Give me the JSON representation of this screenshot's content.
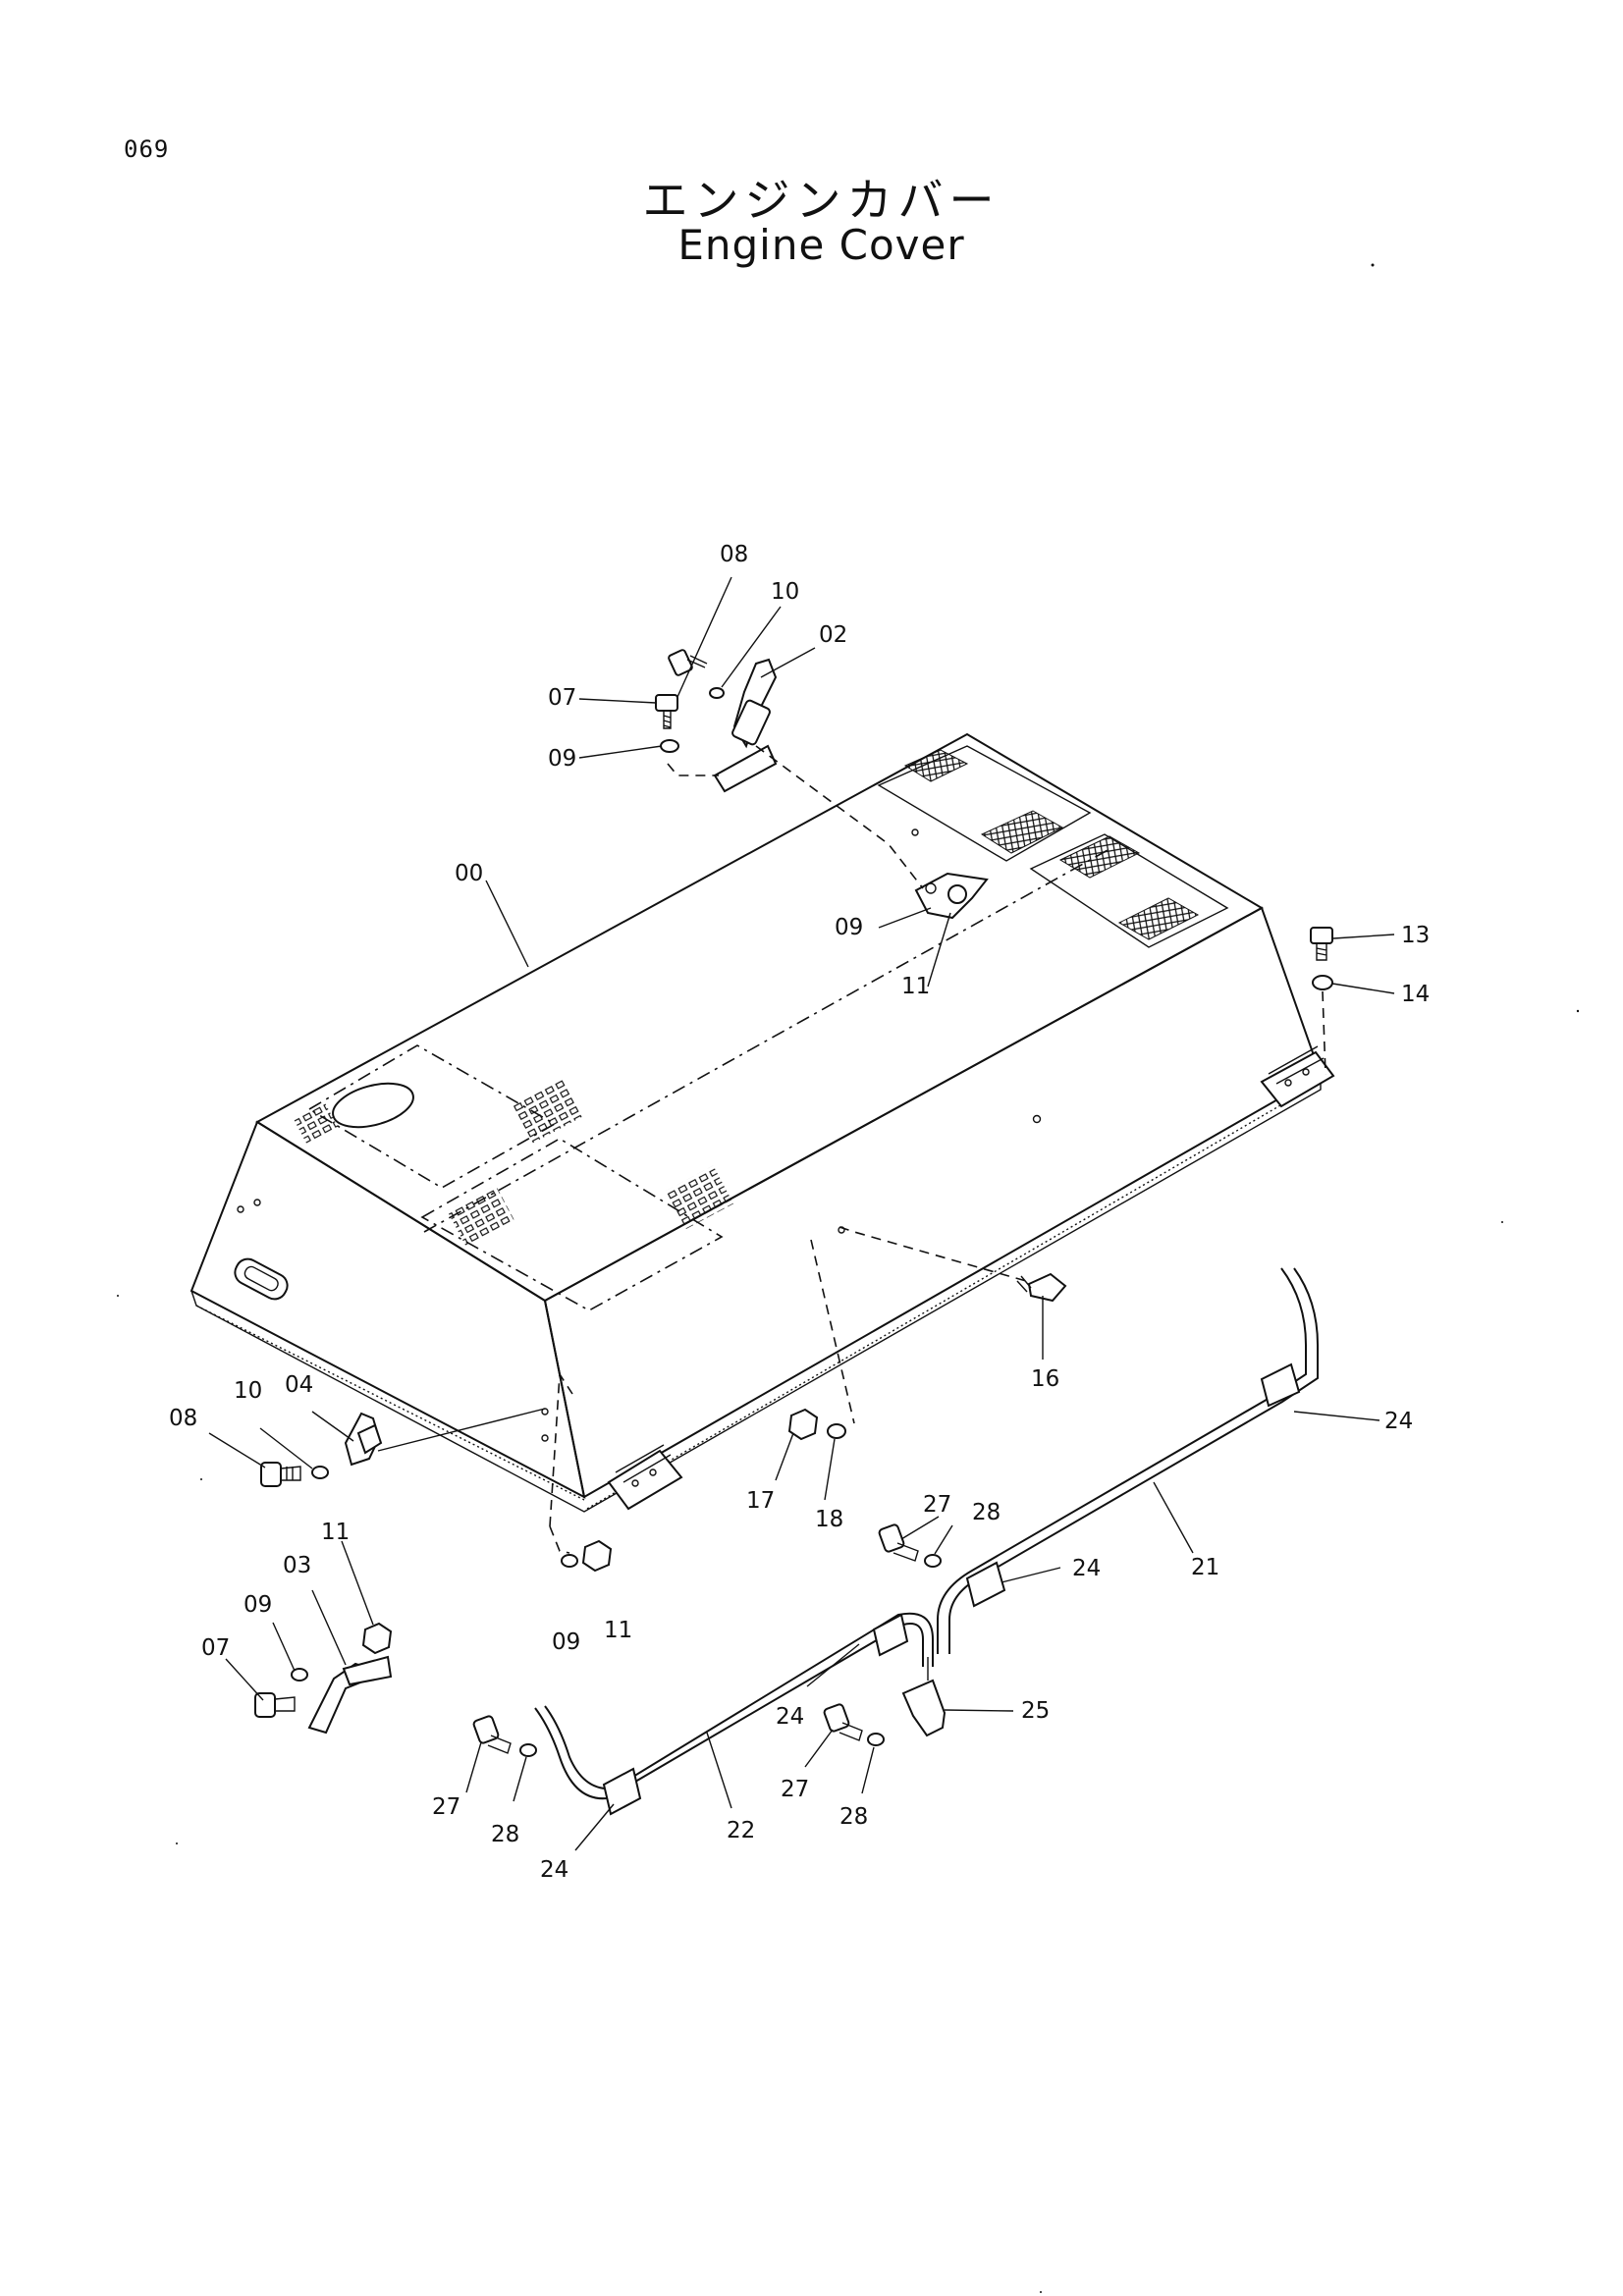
{
  "page": {
    "number": "069"
  },
  "title": {
    "japanese": "エンジンカバー",
    "english": "Engine Cover"
  },
  "callouts": {
    "c00": "00",
    "c02": "02",
    "c03": "03",
    "c04": "04",
    "c07a": "07",
    "c07b": "07",
    "c08a": "08",
    "c08b": "08",
    "c09a": "09",
    "c09b": "09",
    "c09c": "09",
    "c09d": "09",
    "c10a": "10",
    "c10b": "10",
    "c11a": "11",
    "c11b": "11",
    "c11c": "11",
    "c13": "13",
    "c14": "14",
    "c16": "16",
    "c17": "17",
    "c18": "18",
    "c21": "21",
    "c22": "22",
    "c24a": "24",
    "c24b": "24",
    "c24c": "24",
    "c24d": "24",
    "c25": "25",
    "c27a": "27",
    "c27b": "27",
    "c27c": "27",
    "c28a": "28",
    "c28b": "28",
    "c28c": "28"
  },
  "icons": [
    "engine-cover-drawing",
    "hinge-icon",
    "latch-icon",
    "bolt-icon",
    "washer-icon",
    "nut-icon",
    "stay-rod-icon",
    "bracket-icon"
  ]
}
